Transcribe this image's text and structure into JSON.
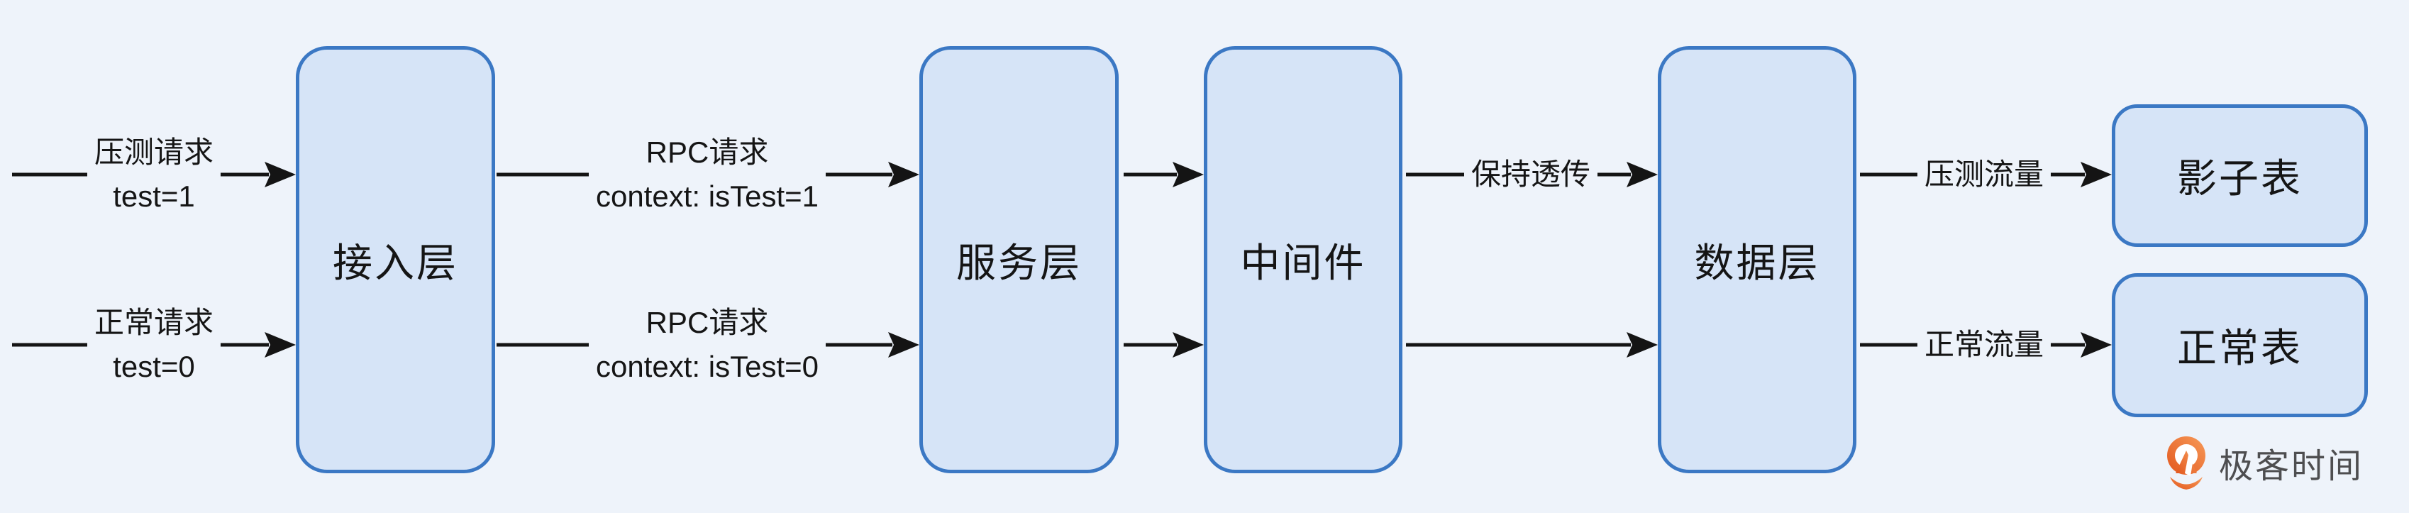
{
  "diagram": {
    "title_implied": "",
    "nodes": [
      {
        "id": "access",
        "label": "接入层"
      },
      {
        "id": "service",
        "label": "服务层"
      },
      {
        "id": "middleware",
        "label": "中间件"
      },
      {
        "id": "data",
        "label": "数据层"
      },
      {
        "id": "shadow-table",
        "label": "影子表"
      },
      {
        "id": "normal-table",
        "label": "正常表"
      }
    ],
    "edges": [
      {
        "from": "external",
        "to": "access",
        "row": "top",
        "label_lines": [
          "压测请求",
          "test=1"
        ]
      },
      {
        "from": "external",
        "to": "access",
        "row": "bottom",
        "label_lines": [
          "正常请求",
          "test=0"
        ]
      },
      {
        "from": "access",
        "to": "service",
        "row": "top",
        "label_lines": [
          "RPC请求",
          "context: isTest=1"
        ]
      },
      {
        "from": "access",
        "to": "service",
        "row": "bottom",
        "label_lines": [
          "RPC请求",
          "context: isTest=0"
        ]
      },
      {
        "from": "service",
        "to": "middleware",
        "row": "top",
        "label_lines": []
      },
      {
        "from": "service",
        "to": "middleware",
        "row": "bottom",
        "label_lines": []
      },
      {
        "from": "middleware",
        "to": "data",
        "row": "top",
        "label_lines": [
          "保持透传"
        ]
      },
      {
        "from": "middleware",
        "to": "data",
        "row": "bottom",
        "label_lines": []
      },
      {
        "from": "data",
        "to": "shadow-table",
        "row": "top",
        "label_lines": [
          "压测流量"
        ]
      },
      {
        "from": "data",
        "to": "normal-table",
        "row": "bottom",
        "label_lines": [
          "正常流量"
        ]
      }
    ],
    "colors": {
      "background": "#EEF3FA",
      "node_fill": "#D6E4F7",
      "node_border": "#3B78C4",
      "arrow": "#141414",
      "logo_orange": "#ED6C2D",
      "logo_text": "#4E4E50"
    }
  },
  "footer": {
    "brand": "极客时间"
  }
}
